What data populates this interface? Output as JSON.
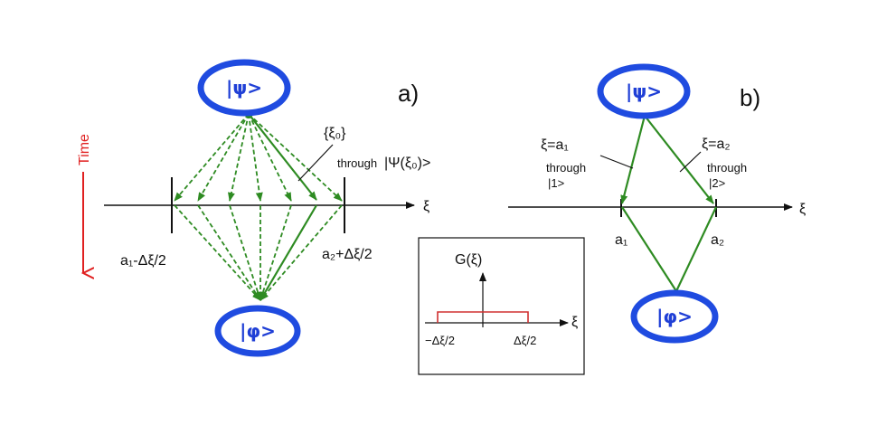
{
  "panel_a": {
    "label": "a)",
    "psi_ket": "|ψ>",
    "phi_ket": "|φ>",
    "xi_axis": "ξ",
    "left_limit": "a₁-Δξ/2",
    "right_limit": "a₂+Δξ/2",
    "set_label": "{ξ₀}",
    "through_word": "through",
    "through_state": "|Ψ(ξ₀)>"
  },
  "time_label": "Time",
  "inset": {
    "g_label": "G(ξ)",
    "xi_axis": "ξ",
    "left_tick": "−Δξ/2",
    "right_tick": "Δξ/2"
  },
  "panel_b": {
    "label": "b)",
    "psi_ket": "|ψ>",
    "phi_ket": "|φ>",
    "xi_axis": "ξ",
    "left_cond": "ξ=a₁",
    "right_cond": "ξ=a₂",
    "left_through": "through",
    "left_state": "|1>",
    "right_through": "through",
    "right_state": "|2>",
    "a1": "a₁",
    "a2": "a₂"
  },
  "colors": {
    "ket_ring": "#1f4be0",
    "path_green": "#2e8b22",
    "time_red": "#e02020",
    "inset_red": "#d03030"
  }
}
